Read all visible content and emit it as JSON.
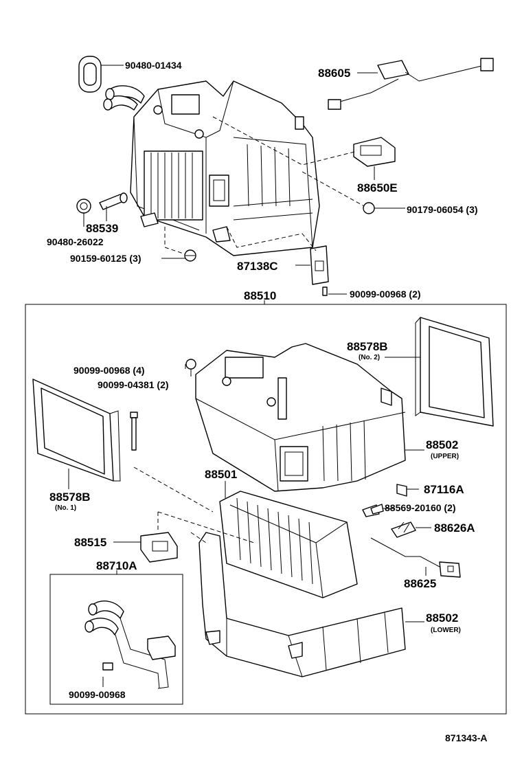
{
  "diagram": {
    "labels": [
      {
        "id": "l1",
        "text": "90480-01434"
      },
      {
        "id": "l2",
        "text": "88605"
      },
      {
        "id": "l3",
        "text": "88650E"
      },
      {
        "id": "l4",
        "text": "90179-06054 (3)"
      },
      {
        "id": "l5",
        "text": "88539"
      },
      {
        "id": "l6",
        "text": "90480-26022"
      },
      {
        "id": "l7",
        "text": "90159-60125 (3)"
      },
      {
        "id": "l8",
        "text": "87138C"
      },
      {
        "id": "l9",
        "text": "90099-00968 (2)"
      },
      {
        "id": "l10",
        "text": "88510"
      },
      {
        "id": "l11",
        "text": "88578B"
      },
      {
        "id": "l12",
        "text": "(No. 2)"
      },
      {
        "id": "l13",
        "text": "90099-00968 (4)"
      },
      {
        "id": "l14",
        "text": "90099-04381 (2)"
      },
      {
        "id": "l15",
        "text": "88502"
      },
      {
        "id": "l16",
        "text": "(UPPER)"
      },
      {
        "id": "l17",
        "text": "88501"
      },
      {
        "id": "l18",
        "text": "87116A"
      },
      {
        "id": "l19",
        "text": "88569-20160 (2)"
      },
      {
        "id": "l20",
        "text": "88626A"
      },
      {
        "id": "l21",
        "text": "88578B"
      },
      {
        "id": "l22",
        "text": "(No. 1)"
      },
      {
        "id": "l23",
        "text": "88515"
      },
      {
        "id": "l24",
        "text": "88710A"
      },
      {
        "id": "l25",
        "text": "88625"
      },
      {
        "id": "l26",
        "text": "88502"
      },
      {
        "id": "l27",
        "text": "(LOWER)"
      },
      {
        "id": "l28",
        "text": "90099-00968"
      },
      {
        "id": "l29",
        "text": "871343-A"
      }
    ]
  }
}
